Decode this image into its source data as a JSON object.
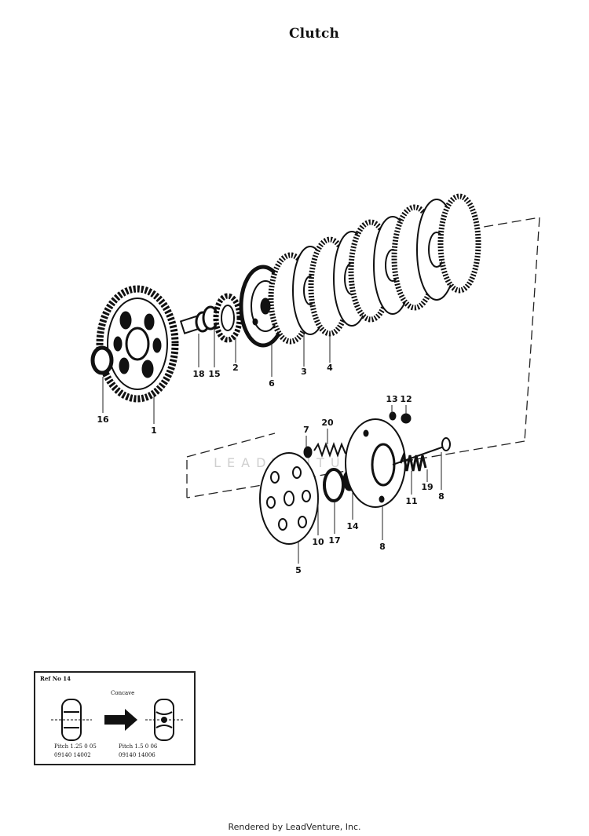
{
  "title": "Clutch",
  "callouts": {
    "c1": "1",
    "c2": "2",
    "c3": "3",
    "c4": "4",
    "c5": "5",
    "c6": "6",
    "c7": "7",
    "c8a": "8",
    "c8b": "8",
    "c10": "10",
    "c11": "11",
    "c12": "12",
    "c13": "13",
    "c14": "14",
    "c15": "15",
    "c16": "16",
    "c17": "17",
    "c18": "18",
    "c19": "19",
    "c20": "20"
  },
  "inset": {
    "ref": "Ref No 14",
    "concave": "Concave",
    "left_pitch": "Pitch 1.25 0 05",
    "left_part": "09140 14002",
    "right_pitch": "Pitch 1.5 0 06",
    "right_part": "09140 14006"
  },
  "watermark": "LEADVENTURE",
  "footer": "Rendered by LeadVenture, Inc."
}
